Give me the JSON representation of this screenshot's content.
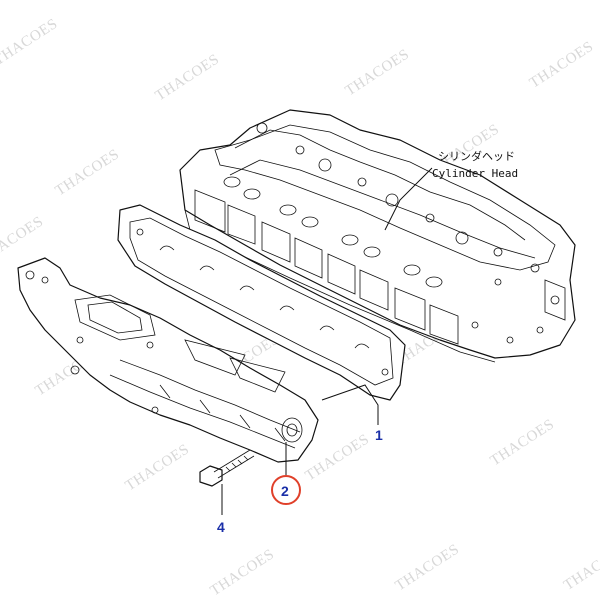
{
  "diagram": {
    "watermark": "THACOES",
    "component_label": {
      "japanese": "シリンダヘッド",
      "english": "Cylinder Head"
    },
    "callouts": [
      {
        "number": "1",
        "highlighted": false
      },
      {
        "number": "2",
        "highlighted": true
      },
      {
        "number": "4",
        "highlighted": false
      }
    ],
    "colors": {
      "callout_text": "#1a2fa8",
      "highlight_ring": "#e0402a",
      "watermark": "#d8d8d8"
    }
  }
}
